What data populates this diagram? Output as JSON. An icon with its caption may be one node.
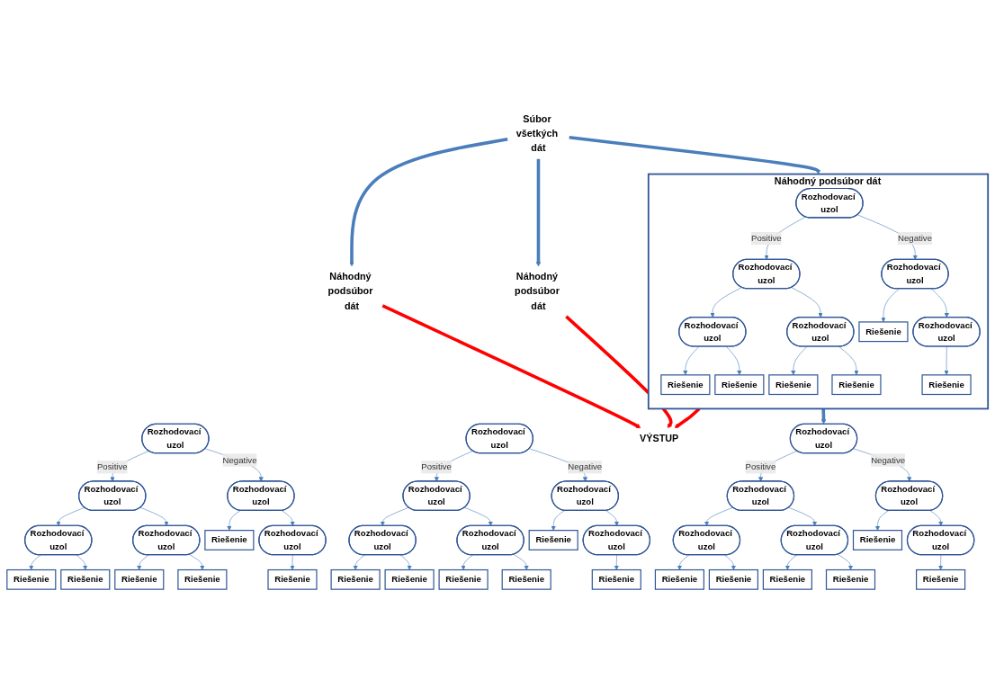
{
  "diagram": {
    "nodes": [
      {
        "text": [
          "Súbor všetkých dát"
        ]
      },
      {
        "text": [
          "Náhodný podsúbor dát"
        ]
      },
      {
        "text": [
          "Rozhodovací uzol"
        ],
        "in": 1
      },
      {
        "text": [
          "Rozhodovací uzol"
        ],
        "in": 1
      },
      {
        "text": [
          "Rozhodovací uzol"
        ],
        "in": 1
      },
      {
        "text": [
          "Rozhodovací uzol"
        ],
        "in": 1
      },
      {
        "text": [
          "Rozhodovací uzol"
        ],
        "in": 1
      },
      {
        "text": [
          "Riešenie"
        ],
        "in": 1
      },
      {
        "text": [
          "Rozhodovací uzol"
        ],
        "in": 1
      },
      {
        "text": [
          "Riešenie"
        ],
        "in": 1
      },
      {
        "text": [
          "Riešenie"
        ],
        "in": 1
      },
      {
        "text": [
          "Riešenie"
        ],
        "in": 1
      },
      {
        "text": [
          "Riešenie"
        ],
        "in": 1
      },
      {
        "text": [
          "Riešenie"
        ],
        "in": 1
      },
      {
        "text": [
          "Náhodný podsúbor dát"
        ]
      },
      {
        "text": [
          "Rozhodovací uzol"
        ]
      },
      {
        "text": [
          "Rozhodovací uzol"
        ]
      },
      {
        "text": [
          "Rozhodovací uzol"
        ]
      },
      {
        "text": [
          "Rozhodovací uzol"
        ]
      },
      {
        "text": [
          "Rozhodovací uzol"
        ]
      },
      {
        "text": [
          "Riešenie"
        ]
      },
      {
        "text": [
          "Rozhodovací uzol"
        ]
      },
      {
        "text": [
          "Riešenie"
        ]
      },
      {
        "text": [
          "Riešenie"
        ]
      },
      {
        "text": [
          "Riešenie"
        ]
      },
      {
        "text": [
          "Riešenie"
        ]
      },
      {
        "text": [
          "Riešenie"
        ]
      },
      {
        "text": [
          "Náhodný podsúbor dát"
        ]
      },
      {
        "text": [
          "Rozhodovací uzol"
        ]
      },
      {
        "text": [
          "Rozhodovací uzol"
        ]
      },
      {
        "text": [
          "Rozhodovací uzol"
        ]
      },
      {
        "text": [
          "Rozhodovací uzol"
        ]
      },
      {
        "text": [
          "Rozhodovací uzol"
        ]
      },
      {
        "text": [
          "Riešenie"
        ]
      },
      {
        "text": [
          "Rozhodovací uzol"
        ]
      },
      {
        "text": [
          "Riešenie"
        ]
      },
      {
        "text": [
          "Riešenie"
        ]
      },
      {
        "text": [
          "Riešenie"
        ]
      },
      {
        "text": [
          "Riešenie"
        ]
      },
      {
        "text": [
          "Riešenie"
        ]
      },
      {
        "text": [
          "VÝSTUP"
        ]
      },
      {
        "text": [
          "Rozhodovací uzol"
        ]
      },
      {
        "text": [
          "Rozhodovací uzol"
        ]
      },
      {
        "text": [
          "Rozhodovací uzol"
        ]
      },
      {
        "text": [
          "Rozhodovací uzol"
        ]
      },
      {
        "text": [
          "Rozhodovací uzol"
        ]
      },
      {
        "text": [
          "Riešenie"
        ]
      },
      {
        "text": [
          "Rozhodovací uzol"
        ]
      },
      {
        "text": [
          "Riešenie"
        ]
      },
      {
        "text": [
          "Riešenie"
        ]
      },
      {
        "text": [
          "Riešenie"
        ]
      },
      {
        "text": [
          "Riešenie"
        ]
      },
      {
        "text": [
          "Riešenie"
        ]
      }
    ],
    "edges": [
      {
        "from": 0,
        "to": 1,
        "arrow": "to",
        "style": "thick"
      },
      {
        "from": 0,
        "to": 14,
        "arrow": "to",
        "style": "thick"
      },
      {
        "from": 0,
        "to": 27,
        "arrow": "to",
        "style": "thick"
      },
      {
        "from": 2,
        "to": 3,
        "arrow": "to",
        "label": "Positive"
      },
      {
        "from": 2,
        "to": 4,
        "arrow": "to",
        "label": "Negative"
      },
      {
        "from": 3,
        "to": 5,
        "arrow": "to"
      },
      {
        "from": 3,
        "to": 6,
        "arrow": "to"
      },
      {
        "from": 4,
        "to": 7,
        "arrow": "to"
      },
      {
        "from": 4,
        "to": 8,
        "arrow": "to"
      },
      {
        "from": 5,
        "to": 9,
        "arrow": "to"
      },
      {
        "from": 5,
        "to": 10,
        "arrow": "to"
      },
      {
        "from": 6,
        "to": 11,
        "arrow": "to"
      },
      {
        "from": 6,
        "to": 12,
        "arrow": "to"
      },
      {
        "from": 8,
        "to": 13,
        "arrow": "to"
      },
      {
        "from": 15,
        "to": 16,
        "arrow": "to",
        "label": "Positive"
      },
      {
        "from": 15,
        "to": 17,
        "arrow": "to",
        "label": "Negative"
      },
      {
        "from": 16,
        "to": 18,
        "arrow": "to"
      },
      {
        "from": 16,
        "to": 19,
        "arrow": "to"
      },
      {
        "from": 17,
        "to": 20,
        "arrow": "to"
      },
      {
        "from": 17,
        "to": 21,
        "arrow": "to"
      },
      {
        "from": 18,
        "to": 22,
        "arrow": "to"
      },
      {
        "from": 18,
        "to": 23,
        "arrow": "to"
      },
      {
        "from": 19,
        "to": 24,
        "arrow": "to"
      },
      {
        "from": 19,
        "to": 25,
        "arrow": "to"
      },
      {
        "from": 21,
        "to": 26,
        "arrow": "to"
      },
      {
        "from": 28,
        "to": 29,
        "arrow": "to",
        "label": "Positive"
      },
      {
        "from": 28,
        "to": 30,
        "arrow": "to",
        "label": "Negative"
      },
      {
        "from": 29,
        "to": 31,
        "arrow": "to"
      },
      {
        "from": 29,
        "to": 32,
        "arrow": "to"
      },
      {
        "from": 30,
        "to": 33,
        "arrow": "to"
      },
      {
        "from": 30,
        "to": 34,
        "arrow": "to"
      },
      {
        "from": 31,
        "to": 35,
        "arrow": "to"
      },
      {
        "from": 31,
        "to": 36,
        "arrow": "to"
      },
      {
        "from": 32,
        "to": 37,
        "arrow": "to"
      },
      {
        "from": 32,
        "to": 38,
        "arrow": "to"
      },
      {
        "from": 34,
        "to": 39,
        "arrow": "to"
      },
      {
        "from": 1,
        "to": 40,
        "arrow": "to",
        "style": "thick",
        "color": "#ff0000"
      },
      {
        "from": 14,
        "to": 40,
        "arrow": "to",
        "style": "thick",
        "color": "#ff0000"
      },
      {
        "from": 27,
        "to": 40,
        "arrow": "to",
        "style": "thick",
        "color": "#ff0000"
      },
      {
        "from": 1,
        "to": 41,
        "arrow": "to",
        "style": "thick"
      },
      {
        "from": 41,
        "to": 42,
        "arrow": "to",
        "label": "Positive"
      },
      {
        "from": 41,
        "to": 43,
        "arrow": "to",
        "label": "Negative"
      },
      {
        "from": 42,
        "to": 44,
        "arrow": "to"
      },
      {
        "from": 42,
        "to": 45,
        "arrow": "to"
      },
      {
        "from": 43,
        "to": 46,
        "arrow": "to"
      },
      {
        "from": 43,
        "to": 47,
        "arrow": "to"
      },
      {
        "from": 44,
        "to": 48,
        "arrow": "to"
      },
      {
        "from": 44,
        "to": 49,
        "arrow": "to"
      },
      {
        "from": 45,
        "to": 50,
        "arrow": "to"
      },
      {
        "from": 45,
        "to": 51,
        "arrow": "to"
      },
      {
        "from": 47,
        "to": 52,
        "arrow": "to"
      }
    ]
  }
}
